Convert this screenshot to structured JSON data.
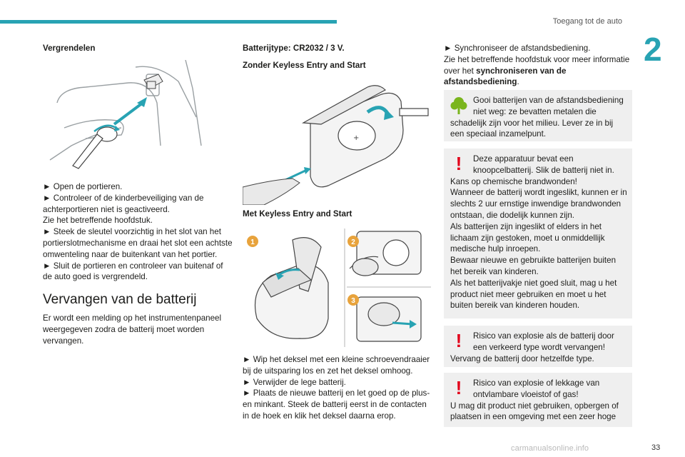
{
  "header": {
    "title": "Toegang tot de auto",
    "chapter_number": "2",
    "page_number": "33",
    "watermark": "carmanualsonline.info"
  },
  "col1": {
    "heading": "Vergrendelen",
    "steps": [
      "► Open de portieren.",
      "► Controleer of de kinderbeveiliging van de achterportieren niet is geactiveerd.",
      "Zie het betreffende hoofdstuk.",
      "► Steek de sleutel voorzichtig in het slot van het portierslotmechanisme en draai het slot een achtste omwenteling naar de buitenkant van het portier.",
      "► Sluit de portieren en controleer van buitenaf of de auto goed is vergrendeld."
    ],
    "section_title": "Vervangen van de batterij",
    "section_text": "Er wordt een melding op het instrumentenpaneel weergegeven zodra de batterij moet worden vervangen."
  },
  "col2": {
    "battery_type": "Batterijtype: CR2032 / 3 V.",
    "without_keyless": "Zonder Keyless Entry and Start",
    "with_keyless": "Met Keyless Entry and Start",
    "step_numbers": [
      "1",
      "2",
      "3"
    ],
    "steps": [
      "► Wip het deksel met een kleine schroevendraaier bij de uitsparing los en zet het deksel omhoog.",
      "► Verwijder de lege batterij.",
      "► Plaats de nieuwe batterij en let goed op de plus- en minkant. Steek de batterij eerst in de contacten in de hoek en klik het deksel daarna erop."
    ]
  },
  "col3": {
    "sync_text": "► Synchroniseer de afstandsbediening.",
    "sync_ref_prefix": "Zie het betreffende hoofdstuk voor meer informatie over het ",
    "sync_ref_bold": "synchroniseren van de afstandsbediening",
    "sync_ref_suffix": ".",
    "boxes": [
      {
        "icon": "tree-icon",
        "text": "Gooi batterijen van de afstandsbediening niet weg: ze bevatten metalen die schadelijk zijn voor het milieu. Lever ze in bij een speciaal inzamelpunt."
      },
      {
        "icon": "warning-icon",
        "paragraphs": [
          "Deze apparatuur bevat een knoopcelbatterij. Slik de batterij niet in. Kans op chemische brandwonden!",
          "Wanneer de batterij wordt ingeslikt, kunnen er in slechts 2 uur ernstige inwendige brandwonden ontstaan, die dodelijk kunnen zijn.",
          "Als batterijen zijn ingeslikt of elders in het lichaam zijn gestoken, moet u onmiddellijk medische hulp inroepen.",
          "Bewaar nieuwe en gebruikte batterijen buiten het bereik van kinderen.",
          "Als het batterijvakje niet goed sluit, mag u het product niet meer gebruiken en moet u het buiten bereik van kinderen houden."
        ]
      },
      {
        "icon": "warning-icon",
        "paragraphs": [
          "Risico van explosie als de batterij door een verkeerd type wordt vervangen!",
          "Vervang de batterij door hetzelfde type."
        ]
      },
      {
        "icon": "warning-icon",
        "paragraphs": [
          "Risico van explosie of lekkage van ontvlambare vloeistof of gas!",
          "U mag dit product niet gebruiken, opbergen of plaatsen in een omgeving met een zeer hoge"
        ]
      }
    ],
    "exclamation": "!"
  },
  "colors": {
    "accent": "#28a3b3",
    "warning": "#e2001a",
    "eco": "#7ab51d",
    "box_bg": "#efefef"
  }
}
